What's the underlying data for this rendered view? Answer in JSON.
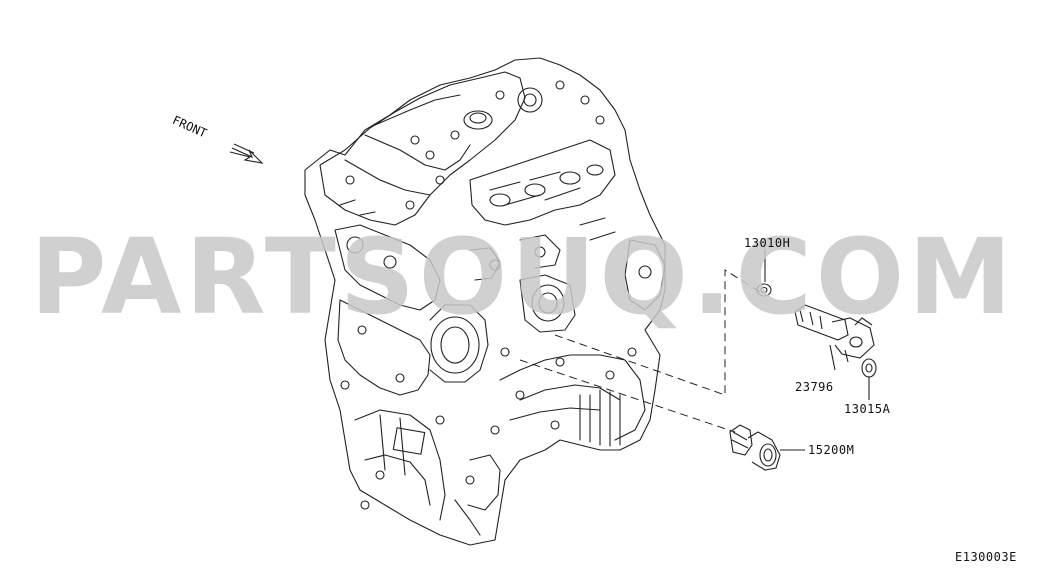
{
  "diagram": {
    "orientation_label": "FRONT",
    "diagram_code": "E130003E",
    "parts": [
      {
        "code": "13010H"
      },
      {
        "code": "23796"
      },
      {
        "code": "13015A"
      },
      {
        "code": "15200M"
      }
    ]
  },
  "watermark": {
    "text": "PARTSOUQ.COM",
    "color": "#c8c8c8"
  },
  "colors": {
    "line": "#222222",
    "background": "#ffffff"
  }
}
